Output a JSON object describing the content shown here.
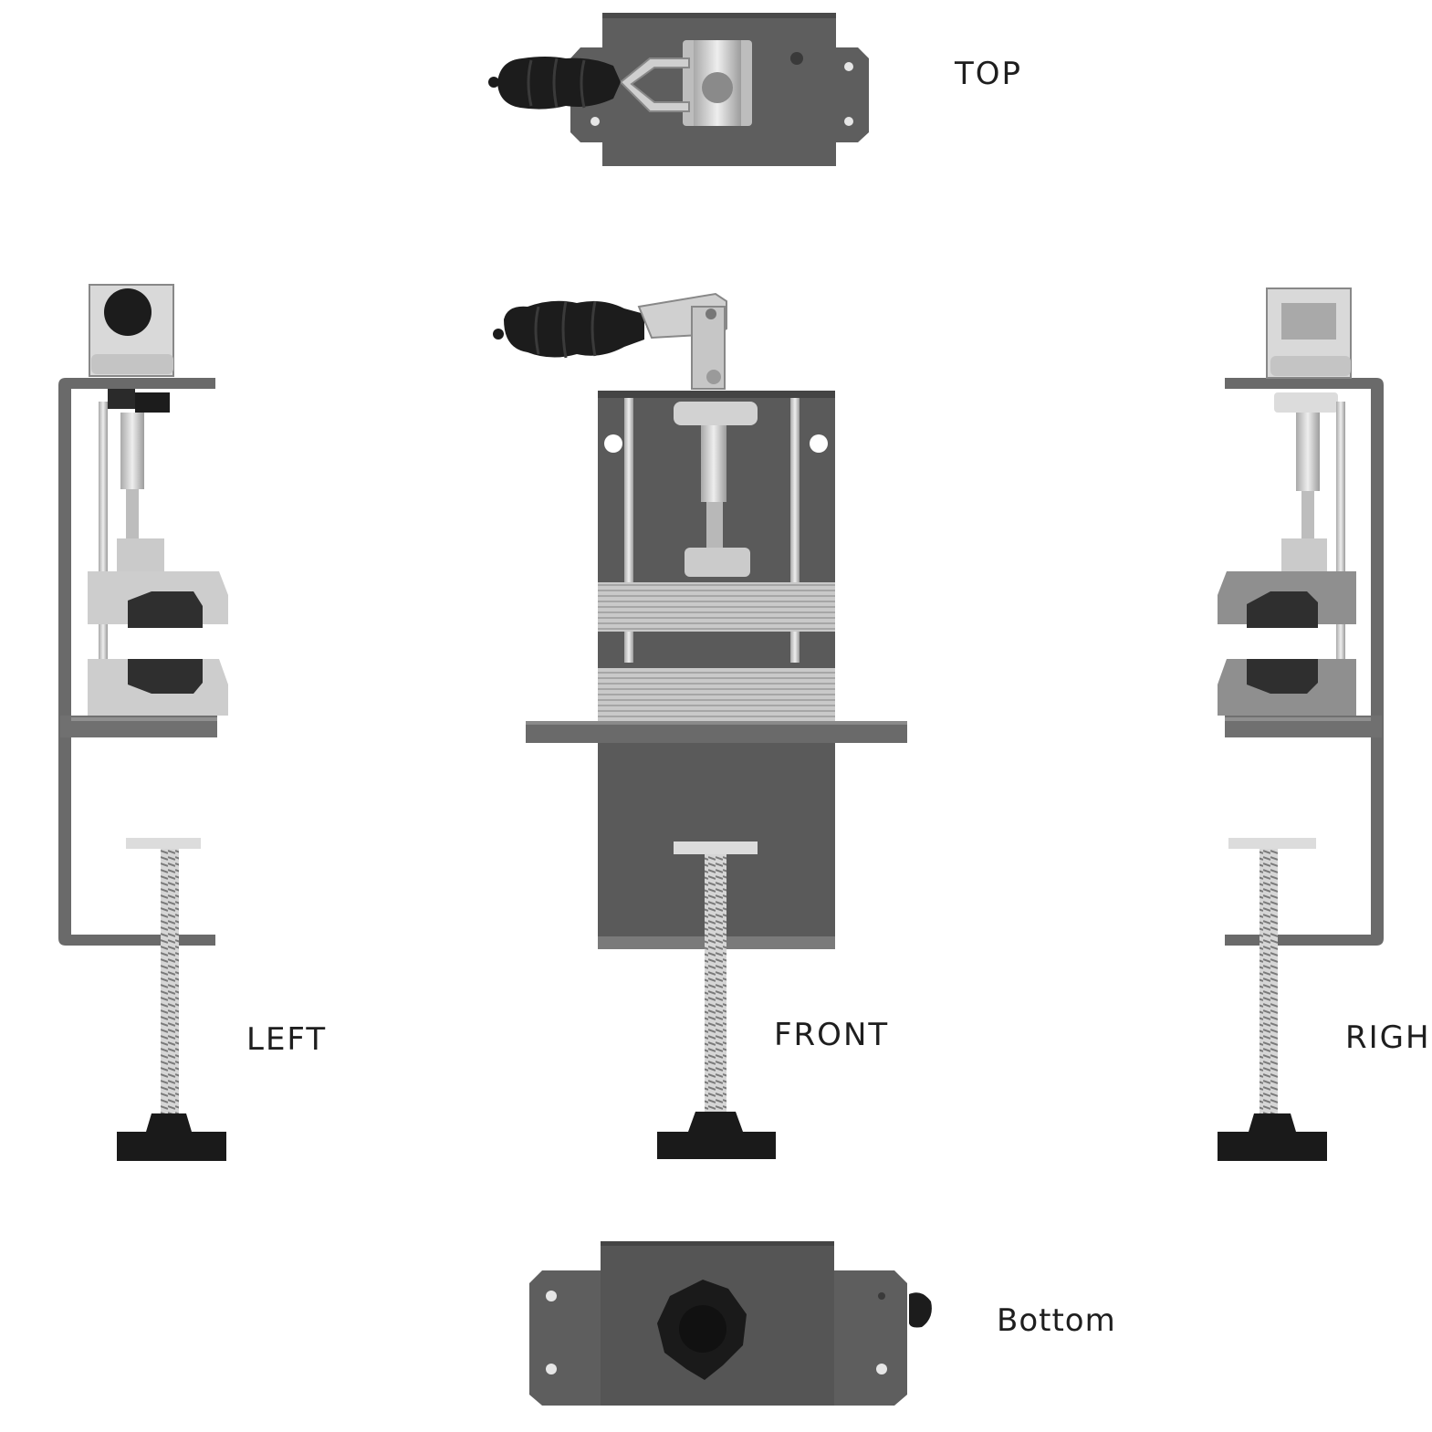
{
  "labels": {
    "top": "TOP",
    "left": "LEFT",
    "front": "FRONT",
    "right": "RIGH",
    "bottom": "Bottom"
  },
  "colors": {
    "background": "#ffffff",
    "plate": "#5f5f5f",
    "plate_dark": "#4a4a4a",
    "frame": "#6b6b6b",
    "rail": "#c8c8c8",
    "block": "#cfcfcf",
    "knob": "#1a1a1a",
    "label": "#1e1e1e"
  },
  "icons": [
    "desk-clamp-top-view",
    "desk-clamp-left-view",
    "desk-clamp-front-view",
    "desk-clamp-right-view",
    "desk-clamp-bottom-view"
  ]
}
